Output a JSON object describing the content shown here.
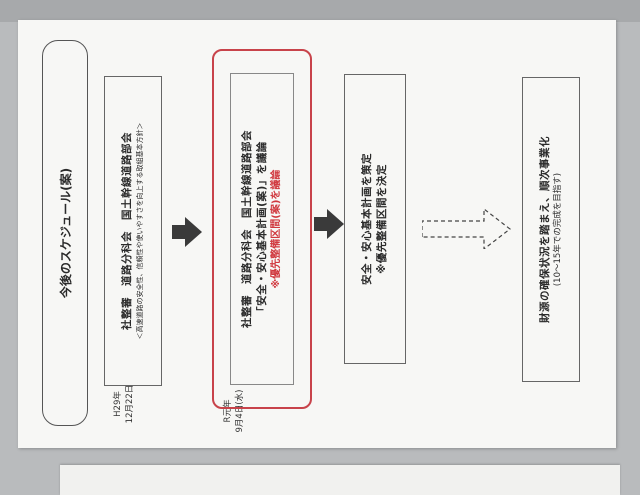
{
  "title": "今後のスケジュール(案)",
  "dates": {
    "d1_line1": "H29年",
    "d1_line2": "12月22日",
    "d2_line1": "R元年",
    "d2_line2": "9月4日(水)"
  },
  "box1": {
    "line1": "社整審　道路分科会　国土幹線道路部会",
    "line2": "＜高速道路の安全性、信頼性や使いやすさを向上する取組基本方針＞"
  },
  "box2": {
    "line1": "社整審　道路分科会　国土幹線道路部会",
    "line2": "「安全・安心基本計画(案)」を議論",
    "line3": "※優先整備区間(案)を議論"
  },
  "box3": {
    "line1": "安全・安心基本計画を策定",
    "line2": "※優先整備区間を決定"
  },
  "box4": {
    "line1": "財源の確保状況を踏まえ、順次事業化",
    "line2": "(10～15年での完成を目指す)"
  },
  "colors": {
    "highlight_border": "#c8434a",
    "highlight_text": "#d0383e",
    "arrow": "#3a3a3a"
  }
}
